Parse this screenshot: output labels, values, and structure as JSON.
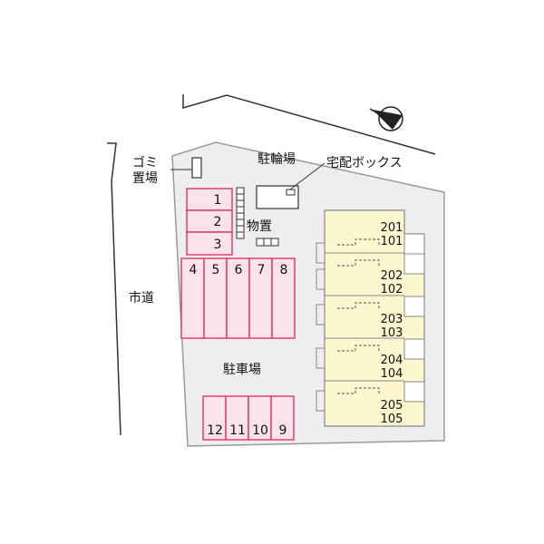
{
  "labels": {
    "garbage_line1": "ゴミ",
    "garbage_line2": "置場",
    "bicycle": "駐輪場",
    "delivery_box": "宅配ボックス",
    "storage": "物置",
    "city_road": "市道",
    "parking": "駐車場"
  },
  "parking_spaces": [
    "1",
    "2",
    "3",
    "4",
    "5",
    "6",
    "7",
    "8",
    "9",
    "10",
    "11",
    "12"
  ],
  "units": [
    {
      "upper": "201",
      "lower": "101"
    },
    {
      "upper": "202",
      "lower": "102"
    },
    {
      "upper": "203",
      "lower": "103"
    },
    {
      "upper": "204",
      "lower": "104"
    },
    {
      "upper": "205",
      "lower": "105"
    }
  ],
  "colors": {
    "lot": "#eeeef0",
    "parking_fill": "#fbe3ea",
    "parking_stroke": "#e0406a",
    "building_fill": "#fcf7cf",
    "line": "#333333"
  },
  "icons": {
    "compass": "north-arrow-icon"
  }
}
